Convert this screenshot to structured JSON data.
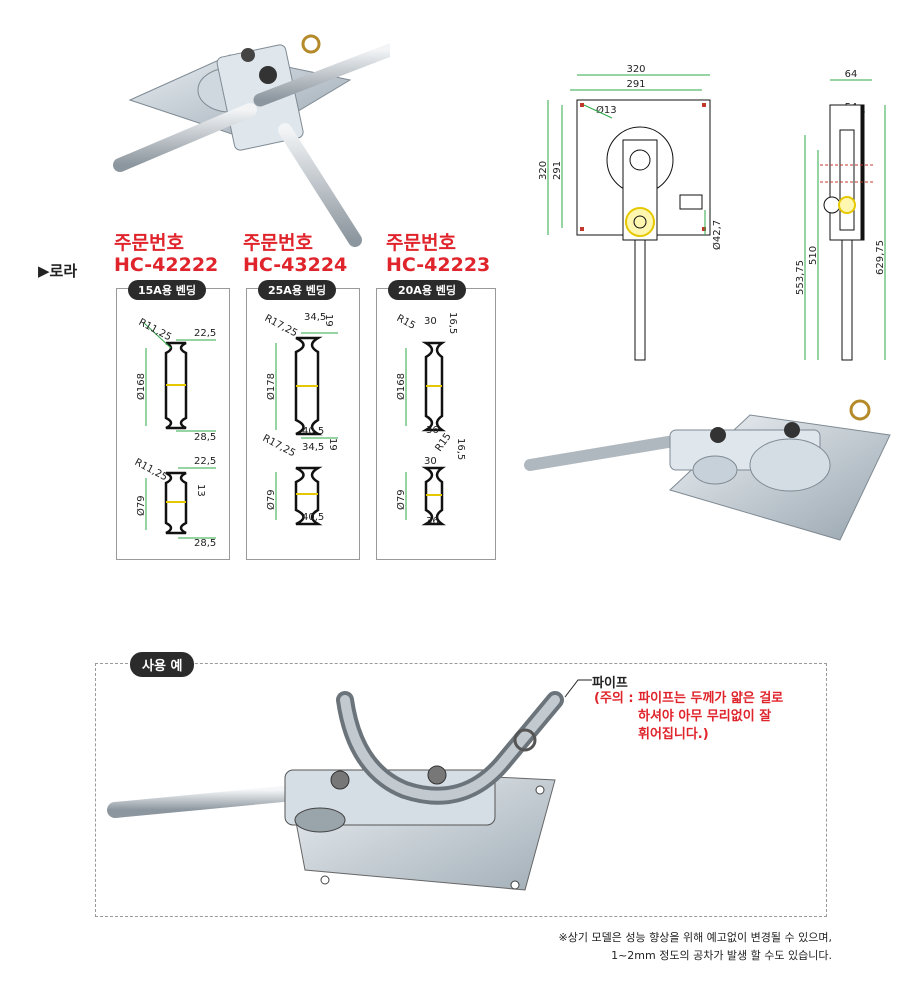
{
  "section_label": "▶로라",
  "products": [
    {
      "order_label": "주문번호",
      "code": "HC-42222",
      "usage": "15A용 벤딩",
      "top": {
        "radius": "R11,25",
        "width": "22,5",
        "diameter": "Ø168",
        "bottom": "28,5"
      },
      "bottom": {
        "radius": "R11,25",
        "width": "22,5",
        "side": "13",
        "diameter": "Ø79",
        "bottom": "28,5"
      }
    },
    {
      "order_label": "주문번호",
      "code": "HC-43224",
      "usage": "25A용 벤딩",
      "top": {
        "radius": "R17,25",
        "width": "34,5",
        "side": "19",
        "diameter": "Ø178",
        "bottom": "40,5"
      },
      "bottom": {
        "radius": "R17,25",
        "width": "34,5",
        "side": "19",
        "diameter": "Ø79",
        "bottom": "40,5"
      }
    },
    {
      "order_label": "주문번호",
      "code": "HC-42223",
      "usage": "20A용 벤딩",
      "top": {
        "radius": "R15",
        "width": "30",
        "side": "16,5",
        "diameter": "Ø168",
        "bottom": "36"
      },
      "bottom": {
        "radius": "R15",
        "width": "30",
        "side": "16,5",
        "diameter": "Ø79",
        "bottom": "36"
      }
    }
  ],
  "front_view": {
    "w_outer": "320",
    "w_inner": "291",
    "hole": "Ø13",
    "h_outer": "320",
    "h_inner": "291",
    "pin": "Ø42,7"
  },
  "side_view": {
    "w_outer": "64",
    "w_inner": "54",
    "h1": "553,75",
    "h2": "510",
    "h3": "629,75"
  },
  "usage_example": {
    "tag": "사용 예",
    "pipe_label": "파이프",
    "caution_lines": [
      "(주의 : 파이프는 두께가 얇은 걸로",
      "하셔야 아무 무리없이 잘",
      "휘어집니다.)"
    ]
  },
  "footnote_lines": [
    "※상기 모델은 성능 향상을 위해 예고없이 변경될 수 있으며,",
    "1~2mm 정도의  공차가 발생 할 수도 있습니다."
  ],
  "colors": {
    "accent_red": "#e0242c",
    "dim_green": "#2fa84a",
    "steel": "#b8c4cf"
  }
}
